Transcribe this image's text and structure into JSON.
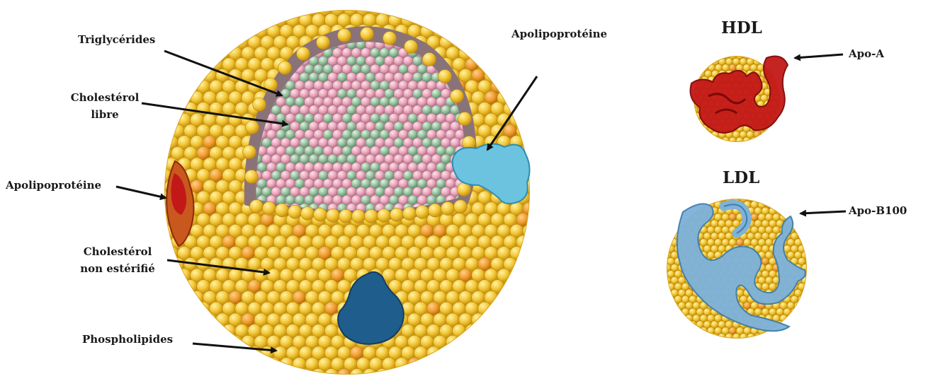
{
  "labels": {
    "triglycerides": "Triglycérides",
    "chol_libre_1": "Cholestérol",
    "chol_libre_2": "libre",
    "apolipo_right": "Apolipoprotéine",
    "apolipo_left": "Apolipoprotéine",
    "chol_nonest_1": "Cholestérol",
    "chol_nonest_2": "non estérifié",
    "phospholipides": "Phospholipides"
  },
  "hdl": {
    "title": "HDL",
    "apo_label": "Apo-A"
  },
  "ldl": {
    "title": "LDL",
    "apo_label": "Apo-B100"
  },
  "colors": {
    "phospholipid": "#f4c93a",
    "phospholipid_dark": "#d9a51f",
    "orange_patch": "#ee9a2a",
    "triglyceride": "#e9a3b8",
    "cholesterol_free": "#8fbf9a",
    "bilayer": "#8a7378",
    "apo_light_blue": "#6cc3df",
    "apo_dark_blue": "#1f5d8c",
    "apo_red": "#c31818",
    "apo_orange": "#c9581f",
    "ldl_apo": "#7fb2d8"
  }
}
